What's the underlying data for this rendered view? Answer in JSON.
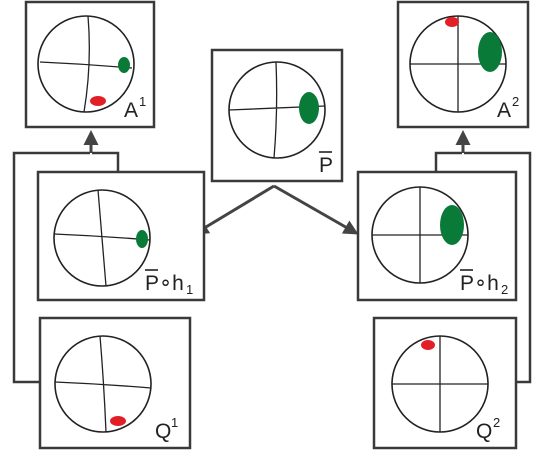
{
  "colors": {
    "frame": "#3a3a3a",
    "arrow": "#444444",
    "green": "#0a7a38",
    "red": "#e21f26"
  },
  "labels": {
    "A1": {
      "base": "A",
      "sup": "1"
    },
    "A2": {
      "base": "A",
      "sup": "2"
    },
    "P": {
      "base": "P"
    },
    "Ph1": {
      "base": "P",
      "op": "∘h",
      "sub": "1"
    },
    "Ph2": {
      "base": "P",
      "op": "∘h",
      "sub": "2"
    },
    "Q1": {
      "base": "Q",
      "sup": "1"
    },
    "Q2": {
      "base": "Q",
      "sup": "2"
    }
  }
}
